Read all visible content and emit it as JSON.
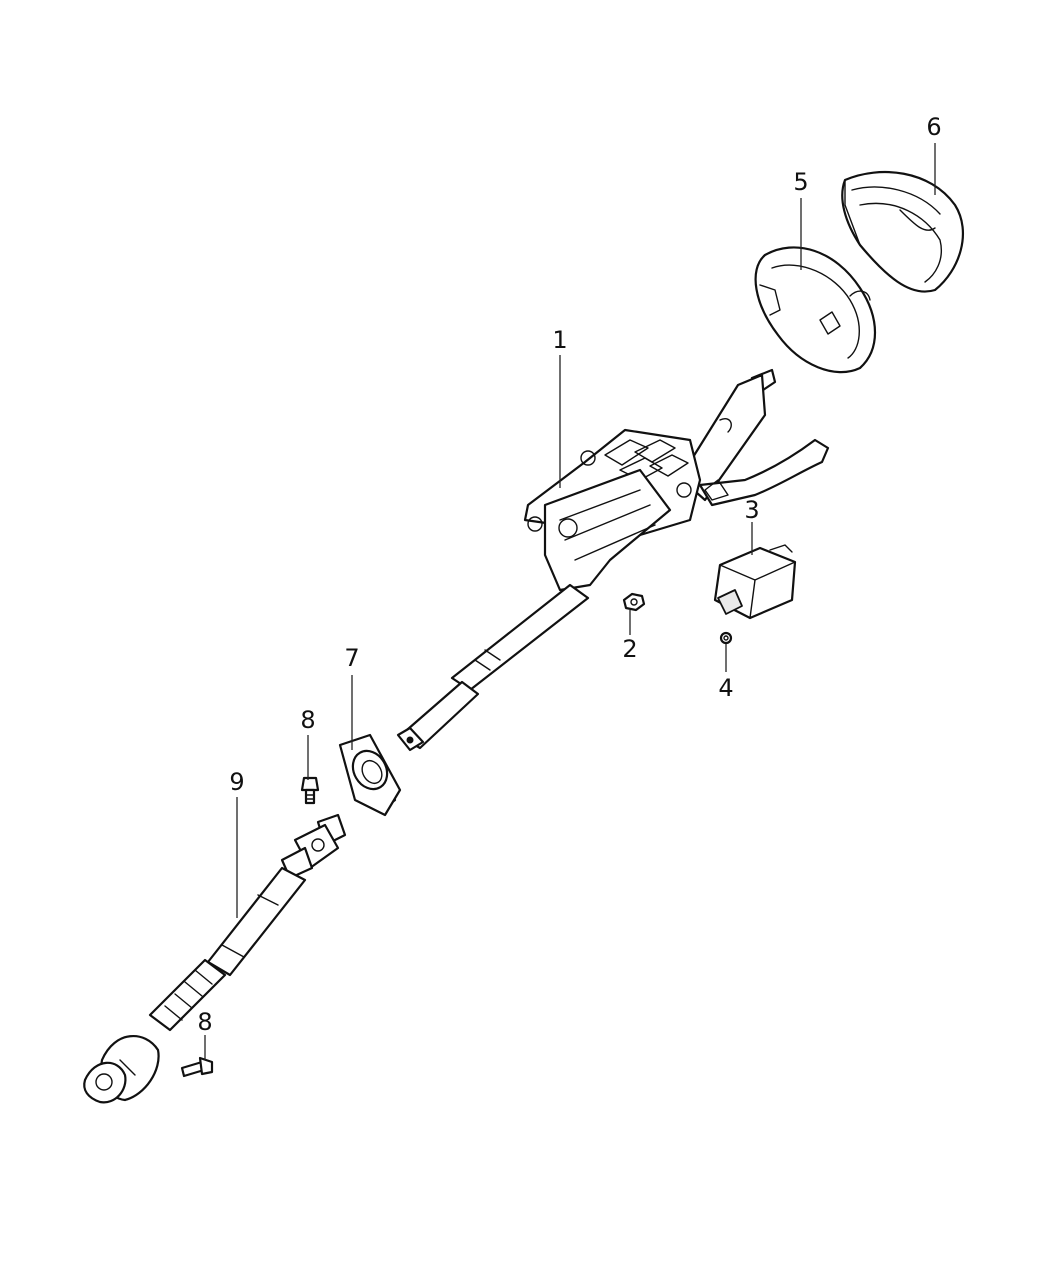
{
  "callouts": {
    "c1": "1",
    "c2": "2",
    "c3": "3",
    "c4": "4",
    "c5": "5",
    "c6": "6",
    "c7": "7",
    "c8a": "8",
    "c8b": "8",
    "c9": "9"
  }
}
